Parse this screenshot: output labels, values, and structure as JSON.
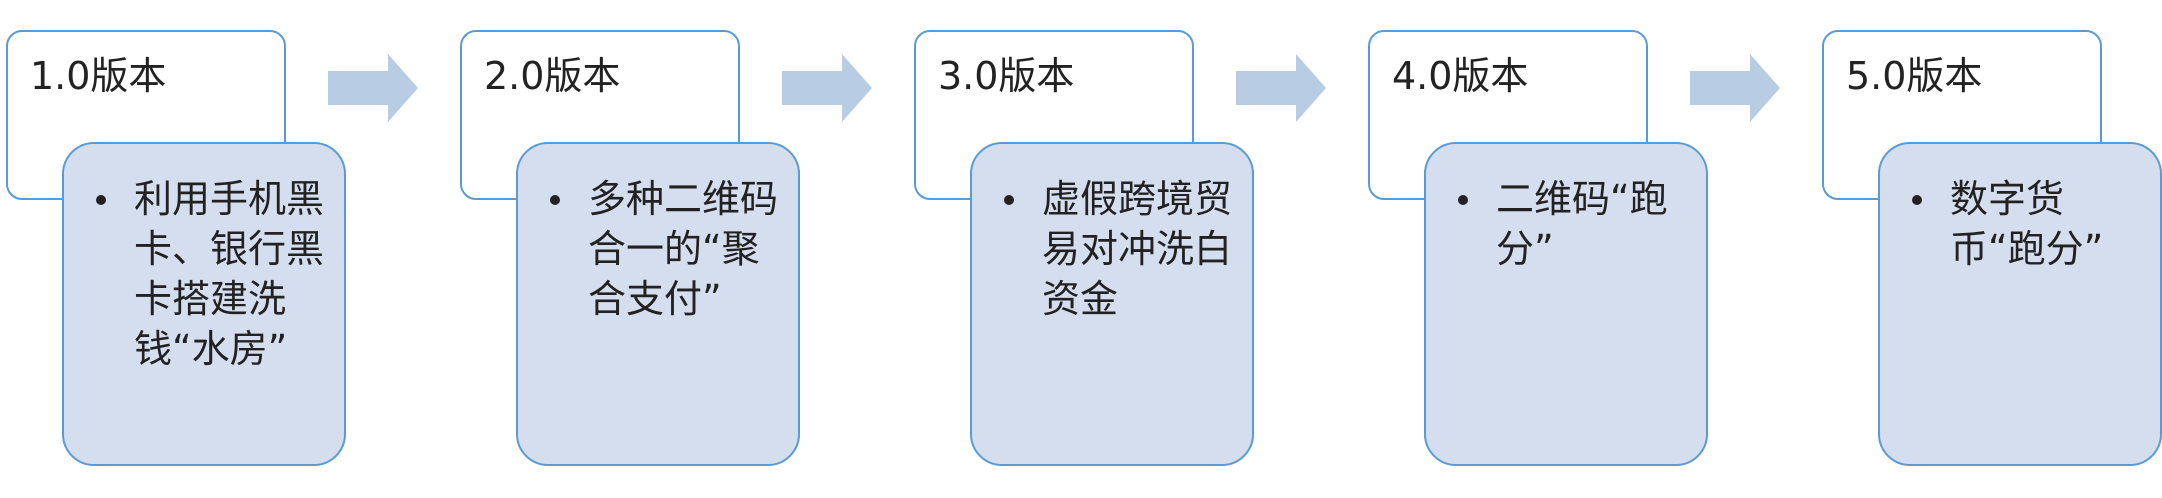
{
  "diagram": {
    "arrow_color": "#b8cce4",
    "box_border_color": "#5b9bd5",
    "detail_fill_color": "#d5deef",
    "stages": [
      {
        "title": "1.0版本",
        "detail": "利用手机黑卡、银行黑卡搭建洗钱“水房”"
      },
      {
        "title": "2.0版本",
        "detail": "多种二维码合一的“聚合支付”"
      },
      {
        "title": "3.0版本",
        "detail": "虚假跨境贸易对冲洗白资金"
      },
      {
        "title": "4.0版本",
        "detail": "二维码“跑分”"
      },
      {
        "title": "5.0版本",
        "detail": "数字货币“跑分”"
      }
    ]
  }
}
